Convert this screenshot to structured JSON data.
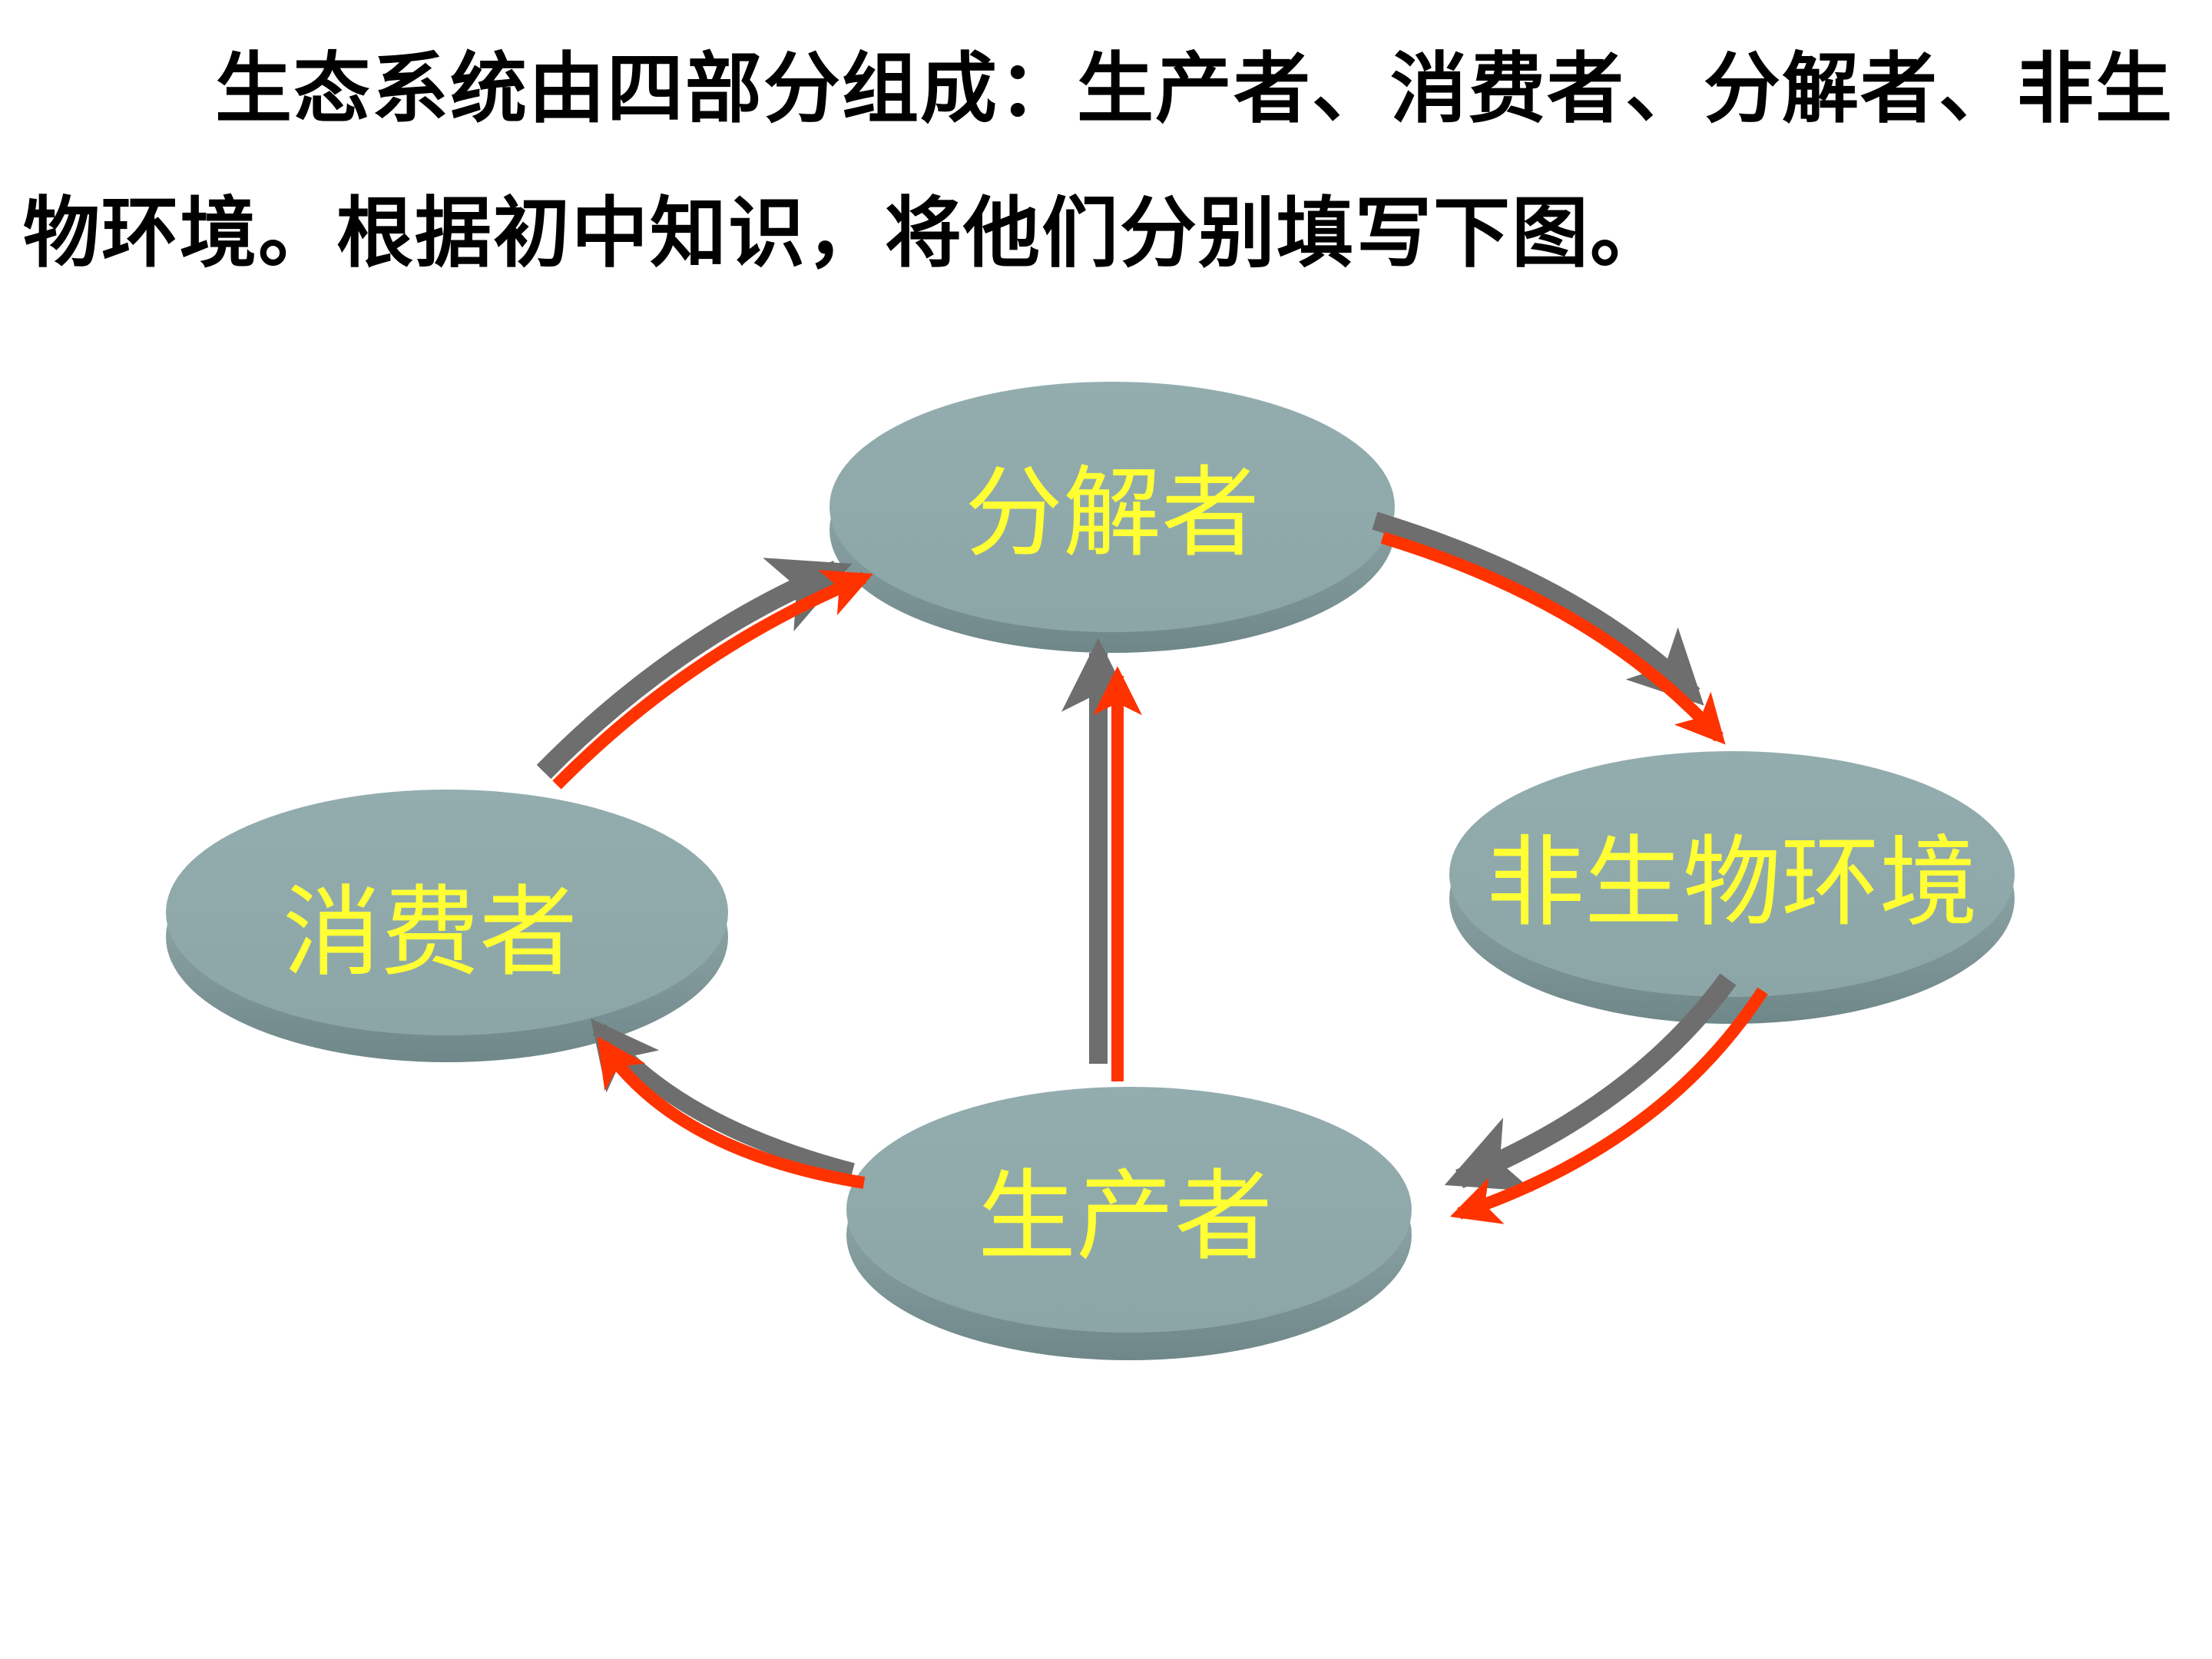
{
  "question": {
    "text": "生态系统由四部分组成：生产者、消费者、分解者、非生物环境。根据初中知识，将他们分别填写下图。"
  },
  "nodes": {
    "decomposer": {
      "label": "分解者"
    },
    "abiotic": {
      "label": "非生物环境"
    },
    "consumer": {
      "label": "消费者"
    },
    "producer": {
      "label": "生产者"
    }
  },
  "edges": [
    {
      "from": "consumer",
      "to": "decomposer"
    },
    {
      "from": "decomposer",
      "to": "abiotic"
    },
    {
      "from": "abiotic",
      "to": "producer"
    },
    {
      "from": "producer",
      "to": "consumer"
    },
    {
      "from": "producer",
      "to": "decomposer"
    }
  ],
  "colors": {
    "disk_top": "#8fa9ab",
    "disk_side": "#7c9395",
    "label": "#ffff33",
    "arrow": "#ff3300",
    "arrow_shadow": "#6e6e6e"
  }
}
